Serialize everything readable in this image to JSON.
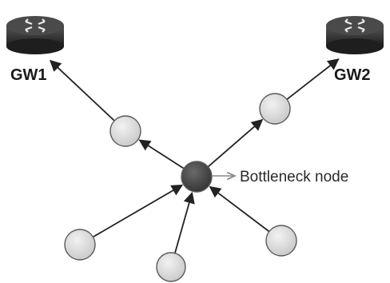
{
  "gateways": [
    {
      "id": "gw1",
      "label": "GW1"
    },
    {
      "id": "gw2",
      "label": "GW2"
    }
  ],
  "nodes": [
    {
      "id": "relay-left",
      "role": "relay"
    },
    {
      "id": "relay-right",
      "role": "relay"
    },
    {
      "id": "bottleneck",
      "role": "bottleneck"
    },
    {
      "id": "leaf-left",
      "role": "leaf"
    },
    {
      "id": "leaf-center",
      "role": "leaf"
    },
    {
      "id": "leaf-right",
      "role": "leaf"
    }
  ],
  "edges": [
    {
      "from": "relay-left",
      "to": "gw1"
    },
    {
      "from": "relay-right",
      "to": "gw2"
    },
    {
      "from": "bottleneck",
      "to": "relay-left"
    },
    {
      "from": "bottleneck",
      "to": "relay-right"
    },
    {
      "from": "leaf-left",
      "to": "bottleneck"
    },
    {
      "from": "leaf-center",
      "to": "bottleneck"
    },
    {
      "from": "leaf-right",
      "to": "bottleneck"
    }
  ],
  "annotation": {
    "text": "Bottleneck node",
    "target": "bottleneck"
  },
  "colors": {
    "node_fill": "#d9d9d9",
    "node_stroke": "#5a5a5a",
    "bottleneck_fill": "#4a4a4a",
    "router_body": "#3a3a3a",
    "edge": "#222222",
    "annotation_arrow": "#8a8a8a"
  },
  "icons": {
    "gateway": "router-icon"
  }
}
